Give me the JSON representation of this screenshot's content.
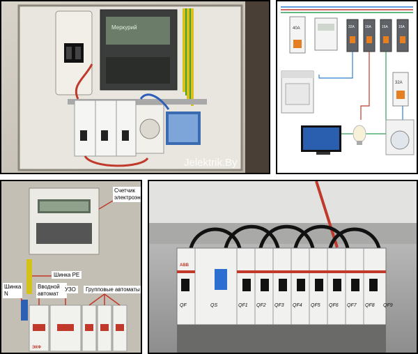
{
  "panels": {
    "top_left": {
      "watermark": "Jelektrik.By",
      "meter_label": "Меркурий"
    },
    "top_right": {
      "breaker_ratings": [
        "40A",
        "32A",
        "16A",
        "16A",
        "16A",
        "32A"
      ]
    },
    "bottom_left": {
      "meter_label": "Счетчик электроэнергии",
      "pe_bus_label": "Шинка PE",
      "n_bus_label": "Шинка N",
      "input_breaker_label": "Вводной автомат",
      "rcd_label": "УЗО",
      "group_breakers_label": "Групповые автоматы",
      "brand": "ЭКФ"
    },
    "bottom_right": {
      "brand": "ABB",
      "breaker_tags": [
        "QF",
        "QS",
        "QF1",
        "QF2",
        "QF3",
        "QF4",
        "QF5",
        "QF6",
        "QF7",
        "QF8",
        "QF9"
      ]
    }
  }
}
